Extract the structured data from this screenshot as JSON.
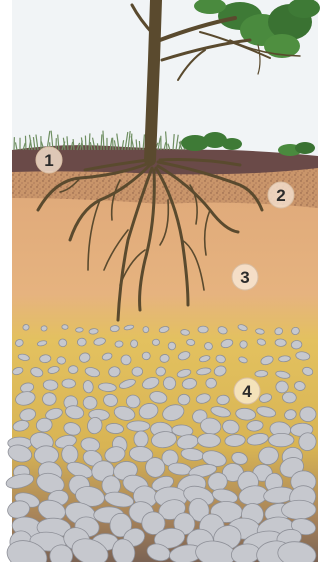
{
  "diagram": {
    "type": "soil-profile",
    "colors": {
      "sky": "#f1f4f6",
      "topsoil": "#6a4a48",
      "organic_band": "#c79569",
      "subsoil": "#e2b07e",
      "weathered_rock": "#e3c45c",
      "bedrock_base": "#8a6f58",
      "stone": "#c6c8ce",
      "stone_outline": "#8e9098",
      "tree": "#5a4a2e",
      "leaves": "#3e7a36",
      "grass": "#6f8f62",
      "marker_fill": "#f2ddca"
    },
    "markers": [
      {
        "id": "1",
        "label": "1",
        "layer": "topsoil"
      },
      {
        "id": "2",
        "label": "2",
        "layer": "organic-band"
      },
      {
        "id": "3",
        "label": "3",
        "layer": "subsoil"
      },
      {
        "id": "4",
        "label": "4",
        "layer": "weathered-rock"
      }
    ]
  }
}
